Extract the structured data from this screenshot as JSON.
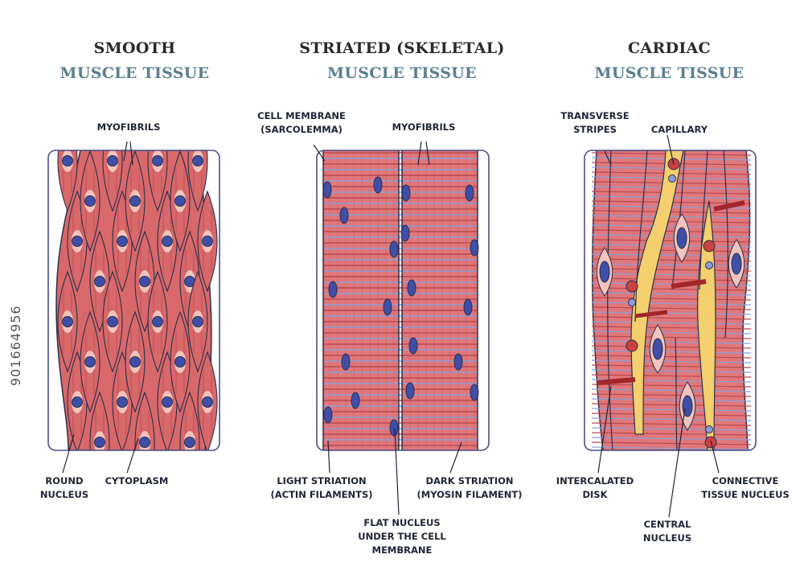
{
  "panels": [
    {
      "title_line1": "SMOOTH",
      "title_line2": "MUSCLE TISSUE"
    },
    {
      "title_line1": "STRIATED (SKELETAL)",
      "title_line2": "MUSCLE TISSUE"
    },
    {
      "title_line1": "CARDIAC",
      "title_line2": "MUSCLE TISSUE"
    }
  ],
  "labels": {
    "smooth_myofibrils": "MYOFIBRILS",
    "round_nucleus_1": "ROUND",
    "round_nucleus_2": "NUCLEUS",
    "cytoplasm": "CYTOPLASM",
    "cell_membrane_1": "CELL MEMBRANE",
    "cell_membrane_2": "(SARCOLEMMA)",
    "striated_myofibrils": "MYOFIBRILS",
    "light_striation_1": "LIGHT STRIATION",
    "light_striation_2": "(ACTIN FILAMENTS)",
    "dark_striation_1": "DARK STRIATION",
    "dark_striation_2": "(MYOSIN FILAMENT)",
    "flat_nucleus_1": "FLAT NUCLEUS",
    "flat_nucleus_2": "UNDER THE CELL",
    "flat_nucleus_3": "MEMBRANE",
    "transverse_1": "TRANSVERSE",
    "transverse_2": "STRIPES",
    "capillary": "CAPILLARY",
    "intercalated_1": "INTERCALATED",
    "intercalated_2": "DISK",
    "central_nucleus_1": "CENTRAL",
    "central_nucleus_2": "NUCLEUS",
    "connective_1": "CONNECTIVE",
    "connective_2": "TISSUE NUCLEUS"
  },
  "watermark": "901664956",
  "colors": {
    "muscle": "#d9686a",
    "muscle_dark": "#b84a4f",
    "muscle_light": "#f2c4bd",
    "nucleus": "#3f4fa8",
    "nucleus_light": "#8a9ad8",
    "outline": "#2c2f4a",
    "frame": "#4a4f8a",
    "capillary": "#f3cf6e",
    "disk": "#a3262c",
    "stripe_blue": "#8aa0d8"
  }
}
